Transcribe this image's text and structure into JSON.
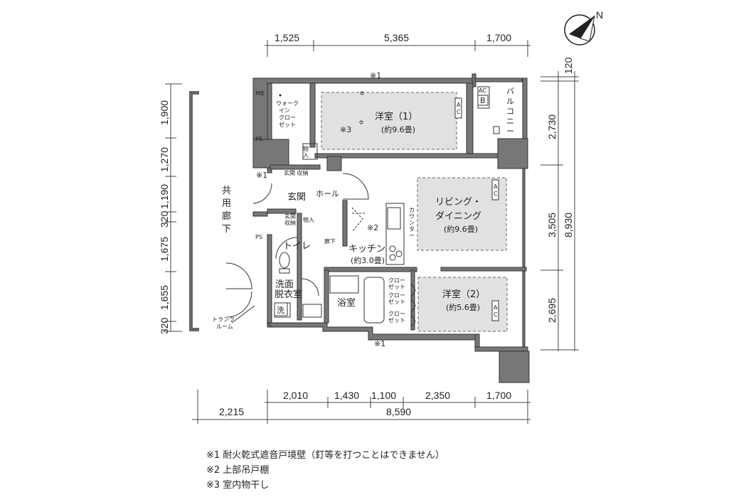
{
  "dimensions": {
    "top": [
      "1,525",
      "5,365",
      "1,700"
    ],
    "right_top": "120",
    "right": [
      "2,730",
      "3,505",
      "2,695"
    ],
    "right_total": "8,930",
    "left": [
      "1,900",
      "1,270",
      "1,190",
      "320",
      "1,675",
      "1,655",
      "320"
    ],
    "bottom": [
      "2,010",
      "1,430",
      "1,100",
      "2,350",
      "1,700"
    ],
    "bottom_left": "2,215",
    "bottom_total": "8,590"
  },
  "rooms": {
    "bedroom1_name": "洋室（1）",
    "bedroom1_size": "(約9.6畳)",
    "living_line1": "リビング・",
    "living_line2": "ダイニング",
    "living_size": "(約9.6畳)",
    "bedroom2_name": "洋室（2）",
    "bedroom2_size": "(約5.6畳)",
    "kitchen_name": "キッチン",
    "kitchen_size": "(約3.0畳)",
    "hall": "ホール",
    "entrance": "玄関",
    "toilet": "トイレ",
    "washroom_line1": "洗面",
    "washroom_line2": "脱衣室",
    "bath": "浴室",
    "corridor": "廊下",
    "balcony_chars": [
      "バ",
      "ル",
      "コ",
      "ニ",
      "ー"
    ],
    "common_corridor_chars": [
      "共",
      "用",
      "廊",
      "下"
    ],
    "wic_lines": [
      "ウォーク",
      "イン",
      "クロー",
      "ゼット"
    ],
    "counter_chars": [
      "カ",
      "ウ",
      "ン",
      "タ",
      "ー"
    ],
    "closet_lines": [
      "クロー",
      "ゼット"
    ],
    "storage_chars": [
      "物",
      "入"
    ],
    "storage_small": "物入",
    "shoe_storage": "玄関 収納",
    "shoe_storage_lines": [
      "玄関",
      "収納"
    ],
    "washer": "洗",
    "mb": "MB",
    "ps": "PS",
    "ac": "AC",
    "ac_chars": [
      "A",
      "C"
    ],
    "b_mark": "B",
    "trunk_line1": "トランク",
    "trunk_line2": "ルーム",
    "mark1": "※1",
    "mark2": "※2",
    "mark3": "※3"
  },
  "compass": {
    "label": "N"
  },
  "notes": [
    "※1 耐火乾式遮音戸境壁（釘等を打つことはできません）",
    "※2 上部吊戸棚",
    "※3 室内物干し"
  ]
}
